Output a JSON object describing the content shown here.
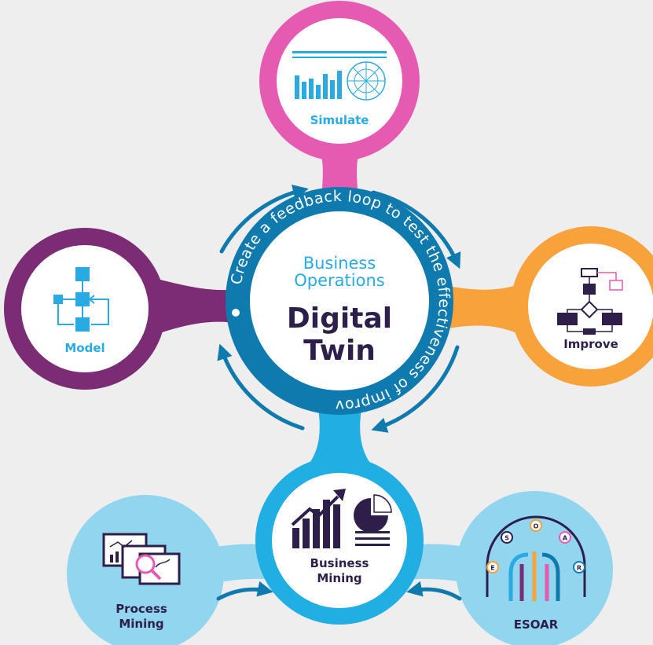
{
  "center": {
    "subtitle_line1": "Business",
    "subtitle_line2": "Operations",
    "title_line1": "Digital",
    "title_line2": "Twin",
    "ring_text": "Create a feedback loop to test the effectiveness of improvements"
  },
  "nodes": {
    "simulate": "Simulate",
    "model": "Model",
    "improve": "Improve",
    "business_mining_line1": "Business",
    "business_mining_line2": "Mining",
    "process_mining_line1": "Process",
    "process_mining_line2": "Mining",
    "esoar": "ESOAR"
  },
  "esoar_letters": [
    "E",
    "S",
    "O",
    "A",
    "R"
  ],
  "colors": {
    "simulate": "#e55bb1",
    "model": "#7b2c74",
    "improve": "#f7a23b",
    "center_blue": "#0f7aae",
    "business_mining": "#21aee3",
    "light_blue": "#92d5ef",
    "label_blue": "#29abe2",
    "dark": "#2d1e4a"
  }
}
